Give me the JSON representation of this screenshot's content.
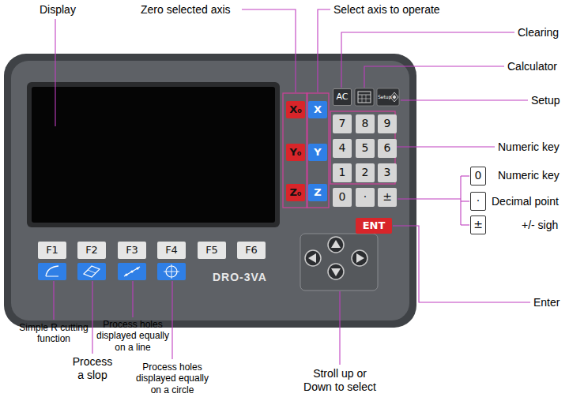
{
  "diagram": {
    "nodes": [
      {
        "text": [
          "DRO-3VA"
        ]
      },
      {
        "text": [
          "X₀"
        ],
        "in": 0
      },
      {
        "text": [
          "Y₀"
        ],
        "in": 0
      },
      {
        "text": [
          "Z₀"
        ],
        "in": 0
      },
      {
        "text": [
          "X"
        ],
        "in": 0
      },
      {
        "text": [
          "Y"
        ],
        "in": 0
      },
      {
        "text": [
          "Z"
        ],
        "in": 0
      },
      {
        "text": [
          "AC"
        ],
        "in": 0
      },
      {
        "text": [
          "Setup"
        ],
        "in": 0
      },
      {
        "text": [
          "7"
        ],
        "in": 0
      },
      {
        "text": [
          "8"
        ],
        "in": 0
      },
      {
        "text": [
          "9"
        ],
        "in": 0
      },
      {
        "text": [
          "4"
        ],
        "in": 0
      },
      {
        "text": [
          "5"
        ],
        "in": 0
      },
      {
        "text": [
          "6"
        ],
        "in": 0
      },
      {
        "text": [
          "1"
        ],
        "in": 0
      },
      {
        "text": [
          "2"
        ],
        "in": 0
      },
      {
        "text": [
          "3"
        ],
        "in": 0
      },
      {
        "text": [
          "0"
        ],
        "in": 0
      },
      {
        "text": [
          "·"
        ],
        "in": 0
      },
      {
        "text": [
          "±"
        ],
        "in": 0
      },
      {
        "text": [
          "ENT"
        ],
        "in": 0
      },
      {
        "text": [
          "F1"
        ],
        "in": 0
      },
      {
        "text": [
          "F2"
        ],
        "in": 0
      },
      {
        "text": [
          "F3"
        ],
        "in": 0
      },
      {
        "text": [
          "F4"
        ],
        "in": 0
      },
      {
        "text": [
          "F5"
        ],
        "in": 0
      },
      {
        "text": [
          "F6"
        ],
        "in": 0
      },
      {
        "text": [
          "0"
        ]
      },
      {
        "text": [
          "·"
        ]
      },
      {
        "text": [
          "±"
        ]
      }
    ],
    "labels": [
      "Display",
      "Zero selected axis",
      "Select axis to operate",
      "Clearing",
      "Calculator",
      "Setup",
      "Numeric key",
      "Numeric key",
      "Decimal point",
      "+/- sigh",
      "Enter",
      "Simple R cutting function",
      "Process a slop",
      "Process holes displayed equally on a line",
      "Process holes displayed equally on a circle",
      "Stroll up or Down to select"
    ]
  }
}
